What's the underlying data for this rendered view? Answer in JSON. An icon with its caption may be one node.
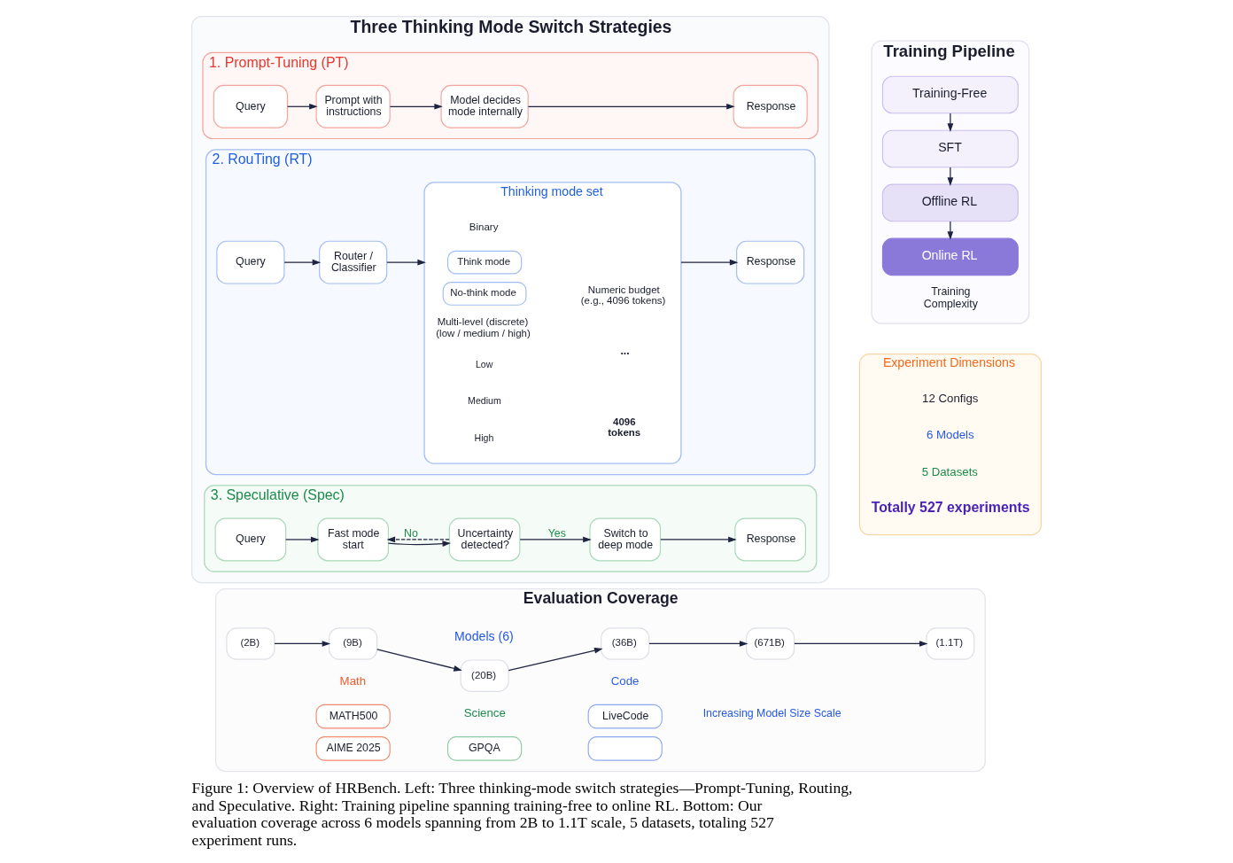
{
  "diagram": {
    "caption": "Figure 1: Overview of HRBench. Left: Three thinking-mode switch strategies—Prompt-Tuning, Routing, and Speculative. Right: Training pipeline spanning training-free to online RL. Bottom: Our evaluation coverage across 6 models spanning from 2B to 1.1T scale, 5 datasets, totaling 527 experiment runs.",
    "nodes": [
      {
        "text": [
          "Three Thinking Mode Switch Strategies"
        ]
      },
      {
        "text": [
          "1. Prompt-Tuning (PT)"
        ],
        "in": 0
      },
      {
        "text": [
          "Query"
        ],
        "in": 1
      },
      {
        "text": [
          "Prompt with instructions"
        ],
        "in": 1
      },
      {
        "text": [
          "Model decides mode internally"
        ],
        "in": 1
      },
      {
        "text": [
          "Response"
        ],
        "in": 1
      },
      {
        "text": [
          "2. RouTing (RT)"
        ],
        "in": 0
      },
      {
        "text": [
          "Query"
        ],
        "in": 6
      },
      {
        "text": [
          "Router / Classifier"
        ],
        "in": 6
      },
      {
        "text": [
          "Thinking mode set"
        ],
        "in": 6
      },
      {
        "text": [
          "Think mode"
        ],
        "in": 9
      },
      {
        "text": [
          "No-think mode"
        ],
        "in": 9
      },
      {
        "text": [
          "Response"
        ],
        "in": 6
      },
      {
        "text": [
          "3. Speculative (Spec)"
        ],
        "in": 0
      },
      {
        "text": [
          "Query"
        ],
        "in": 13
      },
      {
        "text": [
          "Fast mode start"
        ],
        "in": 13
      },
      {
        "text": [
          "Uncertainty detected?"
        ],
        "in": 13
      },
      {
        "text": [
          "Switch to deep mode"
        ],
        "in": 13
      },
      {
        "text": [
          "Response"
        ],
        "in": 13
      },
      {
        "text": [
          "Training Pipeline"
        ]
      },
      {
        "text": [
          "Training-Free"
        ],
        "in": 19
      },
      {
        "text": [
          "SFT"
        ],
        "in": 19
      },
      {
        "text": [
          "Offline RL"
        ],
        "in": 19
      },
      {
        "text": [
          "Online RL"
        ],
        "in": 19
      },
      {
        "text": [
          "Evaluation Coverage"
        ]
      },
      {
        "text": [
          "(2B)"
        ],
        "in": 24
      },
      {
        "text": [
          "(9B)"
        ],
        "in": 24
      },
      {
        "text": [
          "(20B)"
        ],
        "in": 24
      },
      {
        "text": [
          "(36B)"
        ],
        "in": 24
      },
      {
        "text": [
          "(671B)"
        ],
        "in": 24
      },
      {
        "text": [
          "(1.1T)"
        ],
        "in": 24
      },
      {
        "text": [
          "MATH500"
        ],
        "in": 24
      },
      {
        "text": [
          "AIME 2025"
        ],
        "in": 24
      },
      {
        "text": [
          "GPQA"
        ],
        "in": 24
      },
      {
        "text": [
          "LiveCode"
        ],
        "in": 24
      },
      {
        "text": [],
        "shape": "box",
        "in": 24
      },
      {
        "text": [
          "Experiment Dimensions"
        ]
      }
    ],
    "edges": [
      {
        "from": 2,
        "to": 3,
        "arrow": "to"
      },
      {
        "from": 3,
        "to": 4,
        "arrow": "to"
      },
      {
        "from": 4,
        "to": 5,
        "arrow": "to"
      },
      {
        "from": 7,
        "to": 8,
        "arrow": "to"
      },
      {
        "from": 8,
        "to": 9,
        "arrow": "to"
      },
      {
        "from": 9,
        "to": 12,
        "arrow": "to"
      },
      {
        "from": 14,
        "to": 15,
        "arrow": "to"
      },
      {
        "from": 15,
        "to": 16,
        "arrow": "to"
      },
      {
        "from": 16,
        "to": 17,
        "arrow": "to",
        "label": "Yes"
      },
      {
        "from": 17,
        "to": 18,
        "arrow": "to"
      },
      {
        "from": 16,
        "to": 15,
        "arrow": "to",
        "label": "No",
        "style": "dashed"
      },
      {
        "from": 20,
        "to": 21,
        "arrow": "to"
      },
      {
        "from": 21,
        "to": 22,
        "arrow": "to"
      },
      {
        "from": 22,
        "to": 23,
        "arrow": "to"
      },
      {
        "from": 25,
        "to": 26,
        "arrow": "to"
      },
      {
        "from": 26,
        "to": 27,
        "arrow": "to"
      },
      {
        "from": 27,
        "to": 28,
        "arrow": "to"
      },
      {
        "from": 28,
        "to": 29,
        "arrow": "to"
      },
      {
        "from": 29,
        "to": 30,
        "arrow": "to"
      }
    ],
    "labels": [
      "Binary",
      "Multi-level (discrete) (low / medium / high)",
      "Numeric budget (e.g., 4096 tokens)",
      "Low",
      "Medium",
      "High",
      "...",
      "4096 tokens",
      "Training Complexity",
      "Models (6)",
      "Math",
      "Science",
      "Code",
      "Increasing Model Size Scale",
      "12 Configs",
      "6 Models",
      "5 Datasets",
      "Totally 527 experiments"
    ]
  }
}
